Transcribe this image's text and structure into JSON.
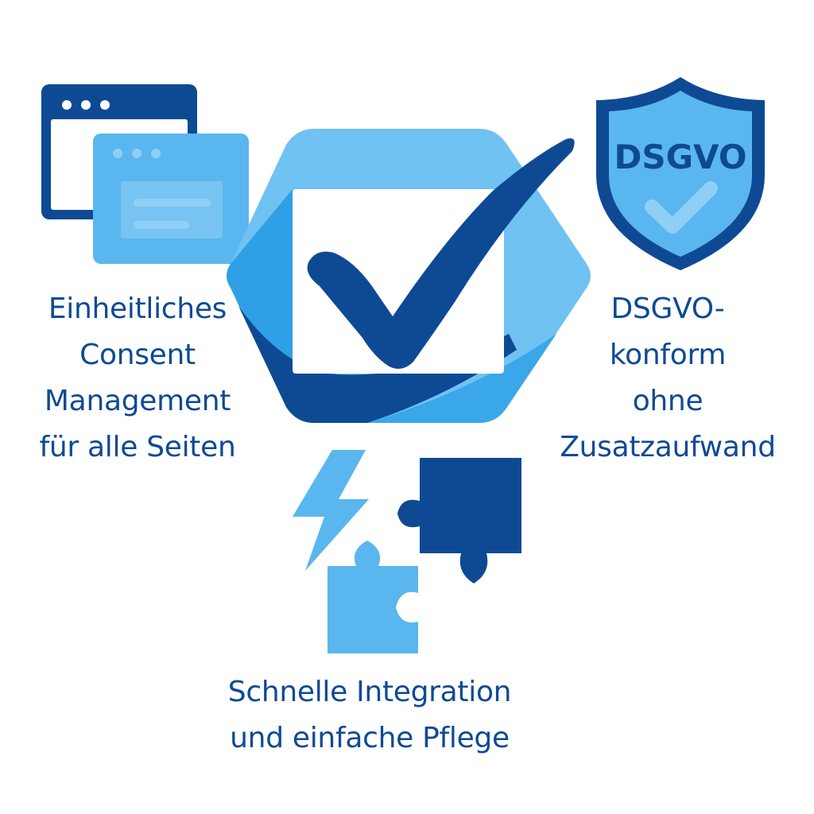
{
  "captions": {
    "left": [
      "Einheitliches",
      "Consent",
      "Management",
      "für alle Seiten"
    ],
    "right": [
      "DSGVO-",
      "konform",
      "ohne",
      "Zusatzaufwand"
    ],
    "bottom": [
      "Schnelle Integration",
      "und einfache Pflege"
    ]
  },
  "shield": {
    "label": "DSGVO"
  },
  "icons": {
    "windows": "browser-windows-icon",
    "center": "checkmark-badge-icon",
    "shield": "shield-check-icon",
    "lightning": "lightning-icon",
    "puzzle": "puzzle-pieces-icon"
  },
  "colors": {
    "dark_blue": "#0e4a94",
    "mid_blue": "#2fa0e6",
    "light_blue": "#5ab6ee",
    "pale_blue": "#6fc2f2",
    "background": "#ffffff"
  }
}
